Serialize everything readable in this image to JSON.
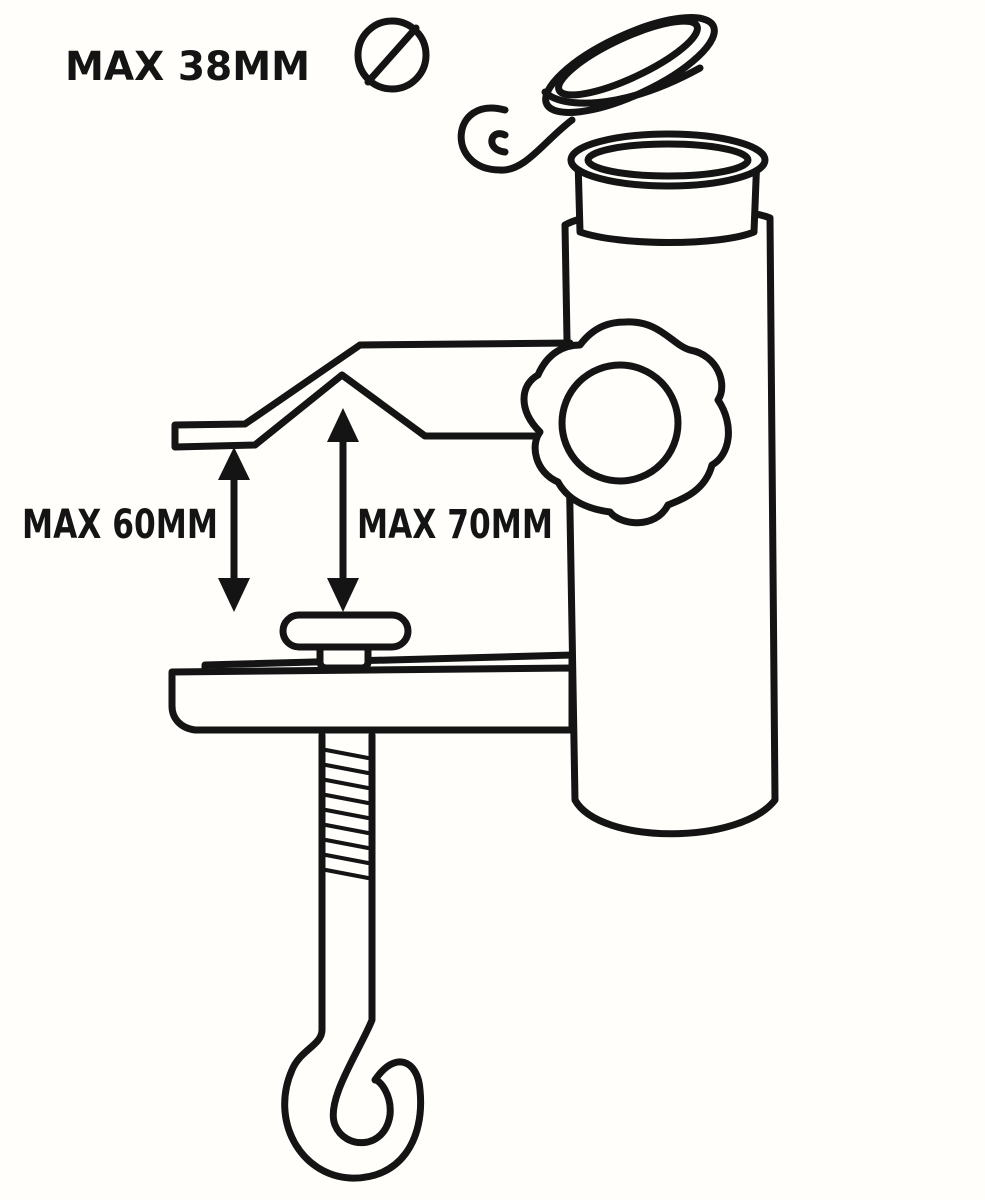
{
  "labels": {
    "max_diameter": "MAX 38MM",
    "max_gap_front": "MAX 60MM",
    "max_gap_inner": "MAX 70MM"
  },
  "icons": {
    "diameter_symbol": "diameter-icon"
  },
  "colors": {
    "ink": "#141414",
    "paper": "#fffefa"
  }
}
